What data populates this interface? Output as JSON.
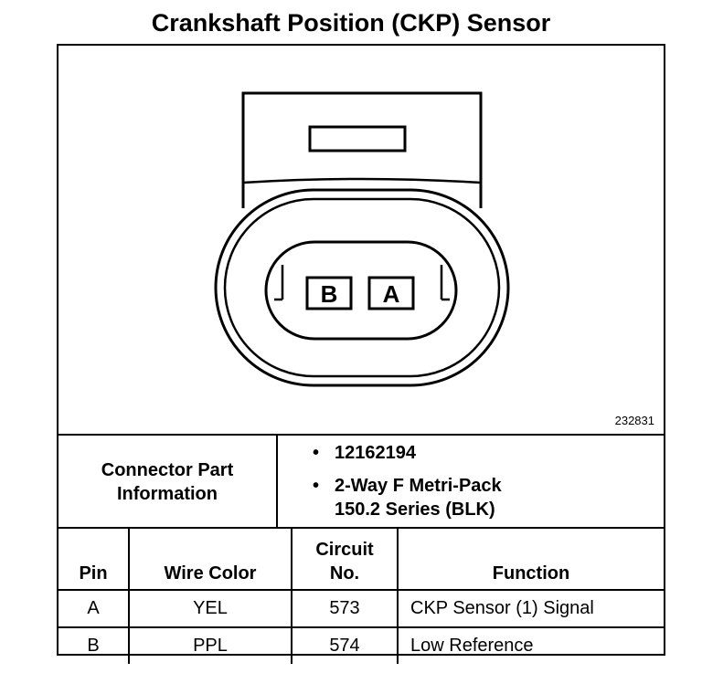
{
  "title": "Crankshaft Position (CKP) Sensor",
  "drawing": {
    "pin_labels": [
      "B",
      "A"
    ],
    "reference_number": "232831"
  },
  "connector_info": {
    "label_line1": "Connector Part",
    "label_line2": "Information",
    "part_number": "12162194",
    "description_line1": "2-Way F Metri-Pack",
    "description_line2": "150.2 Series (BLK)"
  },
  "pin_table": {
    "headers": {
      "pin": "Pin",
      "wire_color": "Wire Color",
      "circuit_line1": "Circuit",
      "circuit_line2": "No.",
      "function": "Function"
    },
    "rows": [
      {
        "pin": "A",
        "wire_color": "YEL",
        "circuit": "573",
        "function": "CKP Sensor (1) Signal"
      },
      {
        "pin": "B",
        "wire_color": "PPL",
        "circuit": "574",
        "function": "Low Reference"
      }
    ]
  }
}
